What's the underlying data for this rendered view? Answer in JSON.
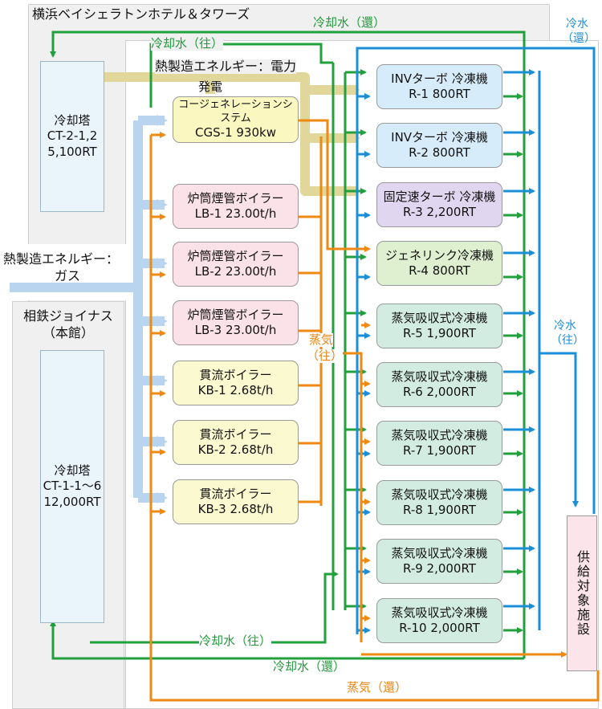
{
  "hotel_area": {
    "title": "横浜ベイシェラトンホテル＆タワーズ"
  },
  "main_bldg": {
    "title_line1": "相鉄ジョイナス",
    "title_line2": "（本館）"
  },
  "towers": [
    {
      "name": "冷却塔",
      "id": "CT-2-1,2",
      "capacity": "5,100RT"
    },
    {
      "name": "冷却塔",
      "id": "CT-1-1～6",
      "capacity": "12,000RT"
    }
  ],
  "energy": {
    "electric": "熱製造エネルギー：電力",
    "gas_line1": "熱製造エネルギー：",
    "gas_line2": "ガス",
    "power_gen": "発電"
  },
  "cgs": {
    "name": "コージェネレーションシステム",
    "spec": "CGS-1  930kw"
  },
  "boilers": [
    {
      "name": "炉筒煙管ボイラー",
      "spec": "LB-1  23.00t/h",
      "kind": "lb"
    },
    {
      "name": "炉筒煙管ボイラー",
      "spec": "LB-2  23.00t/h",
      "kind": "lb"
    },
    {
      "name": "炉筒煙管ボイラー",
      "spec": "LB-3  23.00t/h",
      "kind": "lb"
    },
    {
      "name": "貫流ボイラー",
      "spec": "KB-1  2.68t/h",
      "kind": "kb"
    },
    {
      "name": "貫流ボイラー",
      "spec": "KB-2  2.68t/h",
      "kind": "kb"
    },
    {
      "name": "貫流ボイラー",
      "spec": "KB-3  2.68t/h",
      "kind": "kb"
    }
  ],
  "chillers": [
    {
      "name": "INVターボ 冷凍機",
      "spec": "R-1  800RT",
      "kind": "inv"
    },
    {
      "name": "INVターボ 冷凍機",
      "spec": "R-2  800RT",
      "kind": "inv"
    },
    {
      "name": "固定速ターボ 冷凍機",
      "spec": "R-3  2,200RT",
      "kind": "fixed"
    },
    {
      "name": "ジェネリンク冷凍機",
      "spec": "R-4  800RT",
      "kind": "gen"
    },
    {
      "name": "蒸気吸収式冷凍機",
      "spec": "R-5  1,900RT",
      "kind": "abs"
    },
    {
      "name": "蒸気吸収式冷凍機",
      "spec": "R-6  2,000RT",
      "kind": "abs"
    },
    {
      "name": "蒸気吸収式冷凍機",
      "spec": "R-7  1,900RT",
      "kind": "abs"
    },
    {
      "name": "蒸気吸収式冷凍機",
      "spec": "R-8  1,900RT",
      "kind": "abs"
    },
    {
      "name": "蒸気吸収式冷凍機",
      "spec": "R-9  2,000RT",
      "kind": "abs"
    },
    {
      "name": "蒸気吸収式冷凍機",
      "spec": "R-10  2,000RT",
      "kind": "abs"
    }
  ],
  "facility": {
    "label": "供給対象施設"
  },
  "flow_labels": {
    "cw_return_top": "冷却水（還）",
    "cw_supply_top": "冷却水（往）",
    "cw_supply_bottom": "冷却水（往）",
    "cw_return_bottom": "冷却水（還）",
    "chw_return_1": "冷水",
    "chw_return_2": "（還）",
    "chw_supply_1": "冷水",
    "chw_supply_2": "（往）",
    "steam_supply_1": "蒸気",
    "steam_supply_2": "（往）",
    "steam_return": "蒸気（還）"
  },
  "colors": {
    "cooling_water": "#22a03c",
    "chilled_water": "#1a8fd8",
    "steam": "#ee8a12",
    "gas": "#b8d4ee",
    "electricity": "#e1d79a"
  }
}
